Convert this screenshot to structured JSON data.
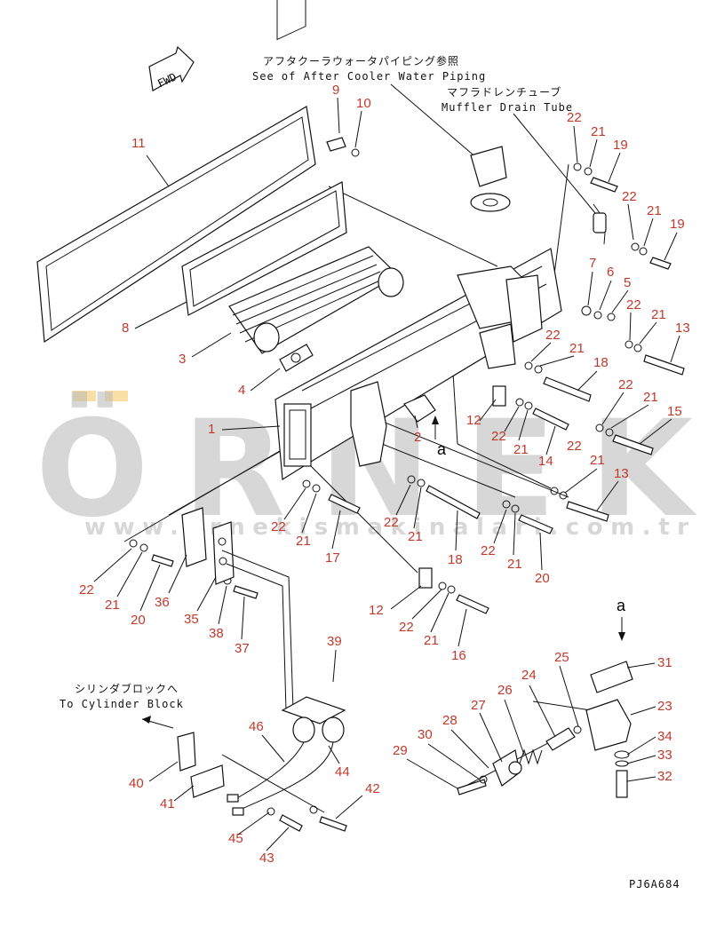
{
  "notes": {
    "aftercooler_jp": "アフタクーラウォータパイピング参照",
    "aftercooler_en": "See of After Cooler Water Piping",
    "muffler_jp": "マフラドレンチューブ",
    "muffler_en": "Muffler Drain Tube",
    "cylinder_jp": "シリンダブロックへ",
    "cylinder_en": "To Cylinder Block",
    "fwd": "FWD",
    "view_a_1": "a",
    "view_a_2": "a",
    "drawing_code": "PJ6A684"
  },
  "watermark": {
    "brand": "ÖRNEK",
    "url": "www.ornekismakinalari.com.tr",
    "color": "#b8b8b8",
    "accent": "#f5c86a"
  },
  "colors": {
    "label": "#c0392b",
    "line": "#111111"
  },
  "labels": [
    {
      "id": "l1",
      "text": "9"
    },
    {
      "id": "l2",
      "text": "10"
    },
    {
      "id": "l3",
      "text": "11"
    },
    {
      "id": "l4",
      "text": "8"
    },
    {
      "id": "l5",
      "text": "3"
    },
    {
      "id": "l6",
      "text": "4"
    },
    {
      "id": "l7",
      "text": "1"
    },
    {
      "id": "l8",
      "text": "22"
    },
    {
      "id": "l9",
      "text": "21"
    },
    {
      "id": "l10",
      "text": "19"
    },
    {
      "id": "l11",
      "text": "22"
    },
    {
      "id": "l12",
      "text": "21"
    },
    {
      "id": "l13",
      "text": "19"
    },
    {
      "id": "l14",
      "text": "7"
    },
    {
      "id": "l15",
      "text": "6"
    },
    {
      "id": "l16",
      "text": "5"
    },
    {
      "id": "l17",
      "text": "22"
    },
    {
      "id": "l18",
      "text": "21"
    },
    {
      "id": "l19",
      "text": "13"
    },
    {
      "id": "l20",
      "text": "22"
    },
    {
      "id": "l21",
      "text": "21"
    },
    {
      "id": "l22",
      "text": "18"
    },
    {
      "id": "l23",
      "text": "22"
    },
    {
      "id": "l24",
      "text": "21"
    },
    {
      "id": "l25",
      "text": "15"
    },
    {
      "id": "l26",
      "text": "12"
    },
    {
      "id": "l27",
      "text": "22"
    },
    {
      "id": "l28",
      "text": "21"
    },
    {
      "id": "l29",
      "text": "22"
    },
    {
      "id": "l30",
      "text": "14"
    },
    {
      "id": "l31",
      "text": "21"
    },
    {
      "id": "l32",
      "text": "13"
    },
    {
      "id": "l33",
      "text": "2"
    },
    {
      "id": "l34",
      "text": "22"
    },
    {
      "id": "l35",
      "text": "21"
    },
    {
      "id": "l36",
      "text": "17"
    },
    {
      "id": "l37",
      "text": "22"
    },
    {
      "id": "l38",
      "text": "21"
    },
    {
      "id": "l39",
      "text": "18"
    },
    {
      "id": "l40",
      "text": "22"
    },
    {
      "id": "l41",
      "text": "21"
    },
    {
      "id": "l42",
      "text": "20"
    },
    {
      "id": "l43",
      "text": "22"
    },
    {
      "id": "l44",
      "text": "21"
    },
    {
      "id": "l45",
      "text": "20"
    },
    {
      "id": "l46",
      "text": "36"
    },
    {
      "id": "l47",
      "text": "35"
    },
    {
      "id": "l48",
      "text": "38"
    },
    {
      "id": "l49",
      "text": "37"
    },
    {
      "id": "l50",
      "text": "12"
    },
    {
      "id": "l51",
      "text": "22"
    },
    {
      "id": "l52",
      "text": "21"
    },
    {
      "id": "l53",
      "text": "16"
    },
    {
      "id": "l54",
      "text": "39"
    },
    {
      "id": "l55",
      "text": "25"
    },
    {
      "id": "l56",
      "text": "24"
    },
    {
      "id": "l57",
      "text": "31"
    },
    {
      "id": "l58",
      "text": "26"
    },
    {
      "id": "l59",
      "text": "27"
    },
    {
      "id": "l60",
      "text": "23"
    },
    {
      "id": "l61",
      "text": "28"
    },
    {
      "id": "l62",
      "text": "30"
    },
    {
      "id": "l63",
      "text": "29"
    },
    {
      "id": "l64",
      "text": "34"
    },
    {
      "id": "l65",
      "text": "33"
    },
    {
      "id": "l66",
      "text": "32"
    },
    {
      "id": "l67",
      "text": "46"
    },
    {
      "id": "l68",
      "text": "44"
    },
    {
      "id": "l69",
      "text": "40"
    },
    {
      "id": "l70",
      "text": "41"
    },
    {
      "id": "l71",
      "text": "42"
    },
    {
      "id": "l72",
      "text": "45"
    },
    {
      "id": "l73",
      "text": "43"
    }
  ]
}
